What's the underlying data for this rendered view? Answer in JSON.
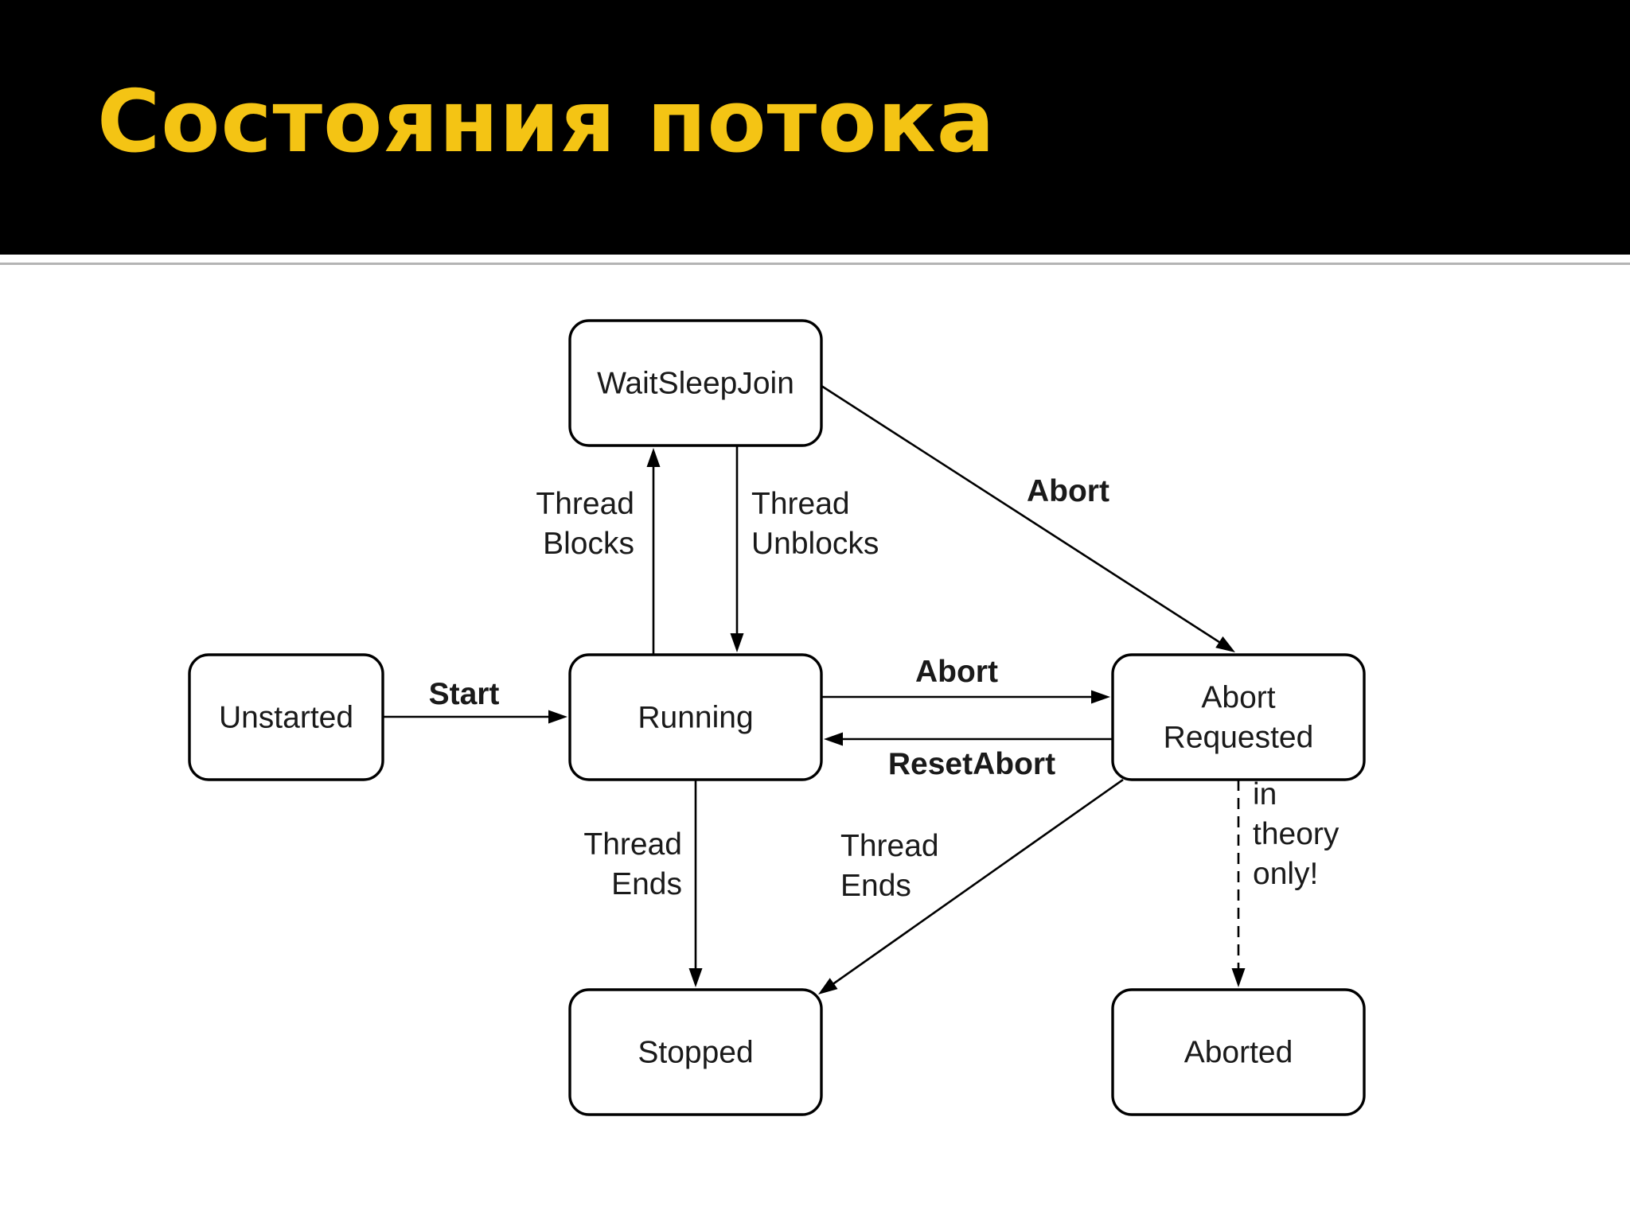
{
  "slide": {
    "title": "Состояния потока",
    "title_color": "#f4c414",
    "header_background": "#000000"
  },
  "nodes": [
    {
      "id": "waitsleepjoin",
      "lines": [
        "WaitSleepJoin"
      ]
    },
    {
      "id": "unstarted",
      "lines": [
        "Unstarted"
      ]
    },
    {
      "id": "running",
      "lines": [
        "Running"
      ]
    },
    {
      "id": "abort-requested",
      "lines": [
        "Abort",
        "Requested"
      ]
    },
    {
      "id": "stopped",
      "lines": [
        "Stopped"
      ]
    },
    {
      "id": "aborted",
      "lines": [
        "Aborted"
      ]
    }
  ],
  "edges": [
    {
      "id": "start",
      "from": "unstarted",
      "to": "running",
      "label": [
        "Start"
      ],
      "bold": true,
      "dashed": false
    },
    {
      "id": "thread-blocks",
      "from": "running",
      "to": "waitsleepjoin",
      "label": [
        "Thread",
        "Blocks"
      ],
      "bold": false,
      "dashed": false
    },
    {
      "id": "thread-unblocks",
      "from": "waitsleepjoin",
      "to": "running",
      "label": [
        "Thread",
        "Unblocks"
      ],
      "bold": false,
      "dashed": false
    },
    {
      "id": "abort-from-wait",
      "from": "waitsleepjoin",
      "to": "abort-requested",
      "label": [
        "Abort"
      ],
      "bold": true,
      "dashed": false
    },
    {
      "id": "abort-from-running",
      "from": "running",
      "to": "abort-requested",
      "label": [
        "Abort"
      ],
      "bold": true,
      "dashed": false
    },
    {
      "id": "reset-abort",
      "from": "abort-requested",
      "to": "running",
      "label": [
        "ResetAbort"
      ],
      "bold": true,
      "dashed": false
    },
    {
      "id": "thread-ends-running",
      "from": "running",
      "to": "stopped",
      "label": [
        "Thread",
        "Ends"
      ],
      "bold": false,
      "dashed": false
    },
    {
      "id": "thread-ends-abort",
      "from": "abort-requested",
      "to": "stopped",
      "label": [
        "Thread",
        "Ends"
      ],
      "bold": false,
      "dashed": false
    },
    {
      "id": "in-theory-only",
      "from": "abort-requested",
      "to": "aborted",
      "label": [
        "in",
        "theory",
        "only!"
      ],
      "bold": false,
      "dashed": true
    }
  ]
}
